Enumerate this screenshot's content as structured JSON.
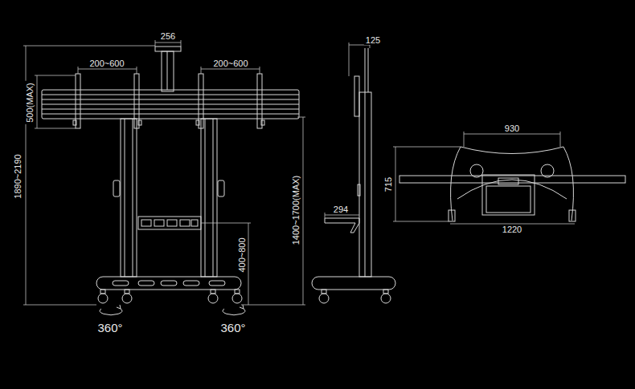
{
  "diagram": {
    "labels": [
      "256",
      "200~600",
      "200~600",
      "500(MAX)",
      "1890~2190",
      "1400~1700(MAX)",
      "400~800",
      "360°",
      "360°",
      "125",
      "294",
      "930",
      "715",
      "1220"
    ]
  }
}
